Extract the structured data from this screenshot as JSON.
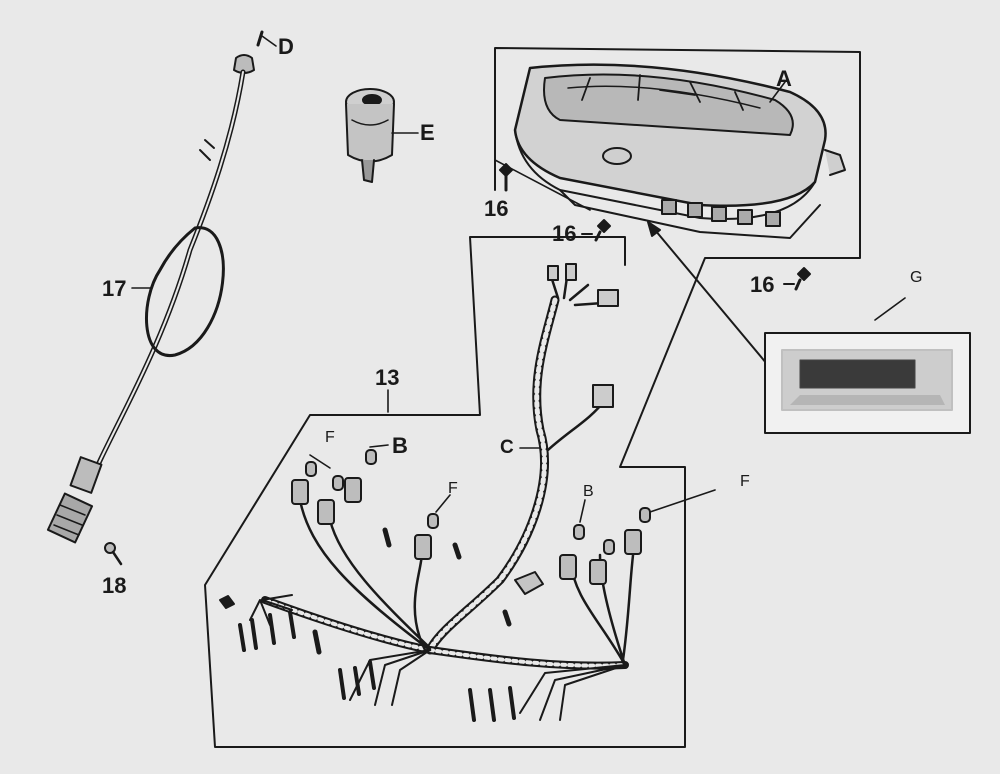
{
  "labels": {
    "A": "A",
    "B_left": "B",
    "B_right": "B",
    "C": "C",
    "D": "D",
    "E": "E",
    "F_left": "F",
    "F_mid": "F",
    "F_right": "F",
    "G": "G",
    "n13": "13",
    "n16_a": "16",
    "n16_b": "16",
    "n16_c": "16",
    "n17": "17",
    "n18": "18"
  },
  "colors": {
    "background": "#e9e9e9",
    "ink": "#1a1a1a"
  }
}
